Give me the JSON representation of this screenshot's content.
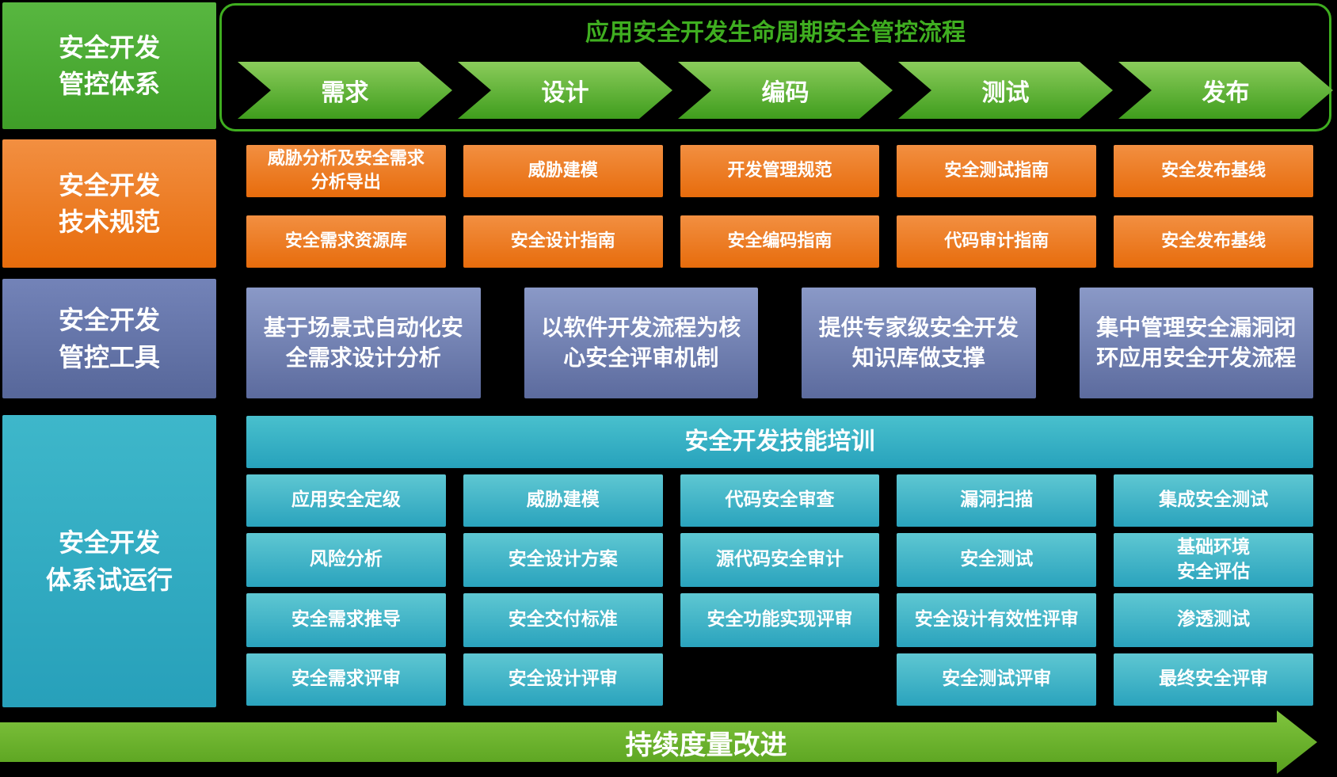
{
  "sections": {
    "lifecycle": {
      "label": "安全开发\n管控体系",
      "title": "应用安全开发生命周期安全管控流程",
      "phases": [
        "需求",
        "设计",
        "编码",
        "测试",
        "发布"
      ]
    },
    "specs": {
      "label": "安全开发\n技术规范",
      "row1": [
        "威胁分析及安全需求\n分析导出",
        "威胁建模",
        "开发管理规范",
        "安全测试指南",
        "安全发布基线"
      ],
      "row2": [
        "安全需求资源库",
        "安全设计指南",
        "安全编码指南",
        "代码审计指南",
        "安全发布基线"
      ]
    },
    "tools": {
      "label": "安全开发\n管控工具",
      "items": [
        "基于场景式自动化安\n全需求设计分析",
        "以软件开发流程为核\n心安全评审机制",
        "提供专家级安全开发\n知识库做支撑",
        "集中管理安全漏洞闭\n环应用安全开发流程"
      ]
    },
    "trial": {
      "label": "安全开发\n体系试运行",
      "header": "安全开发技能培训",
      "rows": [
        [
          "应用安全定级",
          "威胁建模",
          "代码安全审查",
          "漏洞扫描",
          "集成安全测试"
        ],
        [
          "风险分析",
          "安全设计方案",
          "源代码安全审计",
          "安全测试",
          "基础环境\n安全评估"
        ],
        [
          "安全需求推导",
          "安全交付标准",
          "安全功能实现评审",
          "安全设计有效性评审",
          "渗透测试"
        ],
        [
          "安全需求评审",
          "安全设计评审",
          "",
          "安全测试评审",
          "最终安全评审"
        ]
      ]
    },
    "footer": {
      "label": "持续度量改进"
    }
  },
  "colors": {
    "background": "#000000",
    "title_green": "#3fae20",
    "frame_border_green": "#3fae20",
    "green_gradient": [
      "#58b740",
      "#3f9e28"
    ],
    "chevron_gradient": [
      "#8bcc5b",
      "#3f9d1d"
    ],
    "orange_gradient": [
      "#f28f41",
      "#e76c0c"
    ],
    "blue_gradient": [
      "#8a99c7",
      "#5c6b9e"
    ],
    "teal_gradient": [
      "#5ec7d2",
      "#2aa3bd"
    ],
    "footer_gradient": [
      "#80c43e",
      "#57a01d"
    ],
    "text": "#ffffff"
  }
}
